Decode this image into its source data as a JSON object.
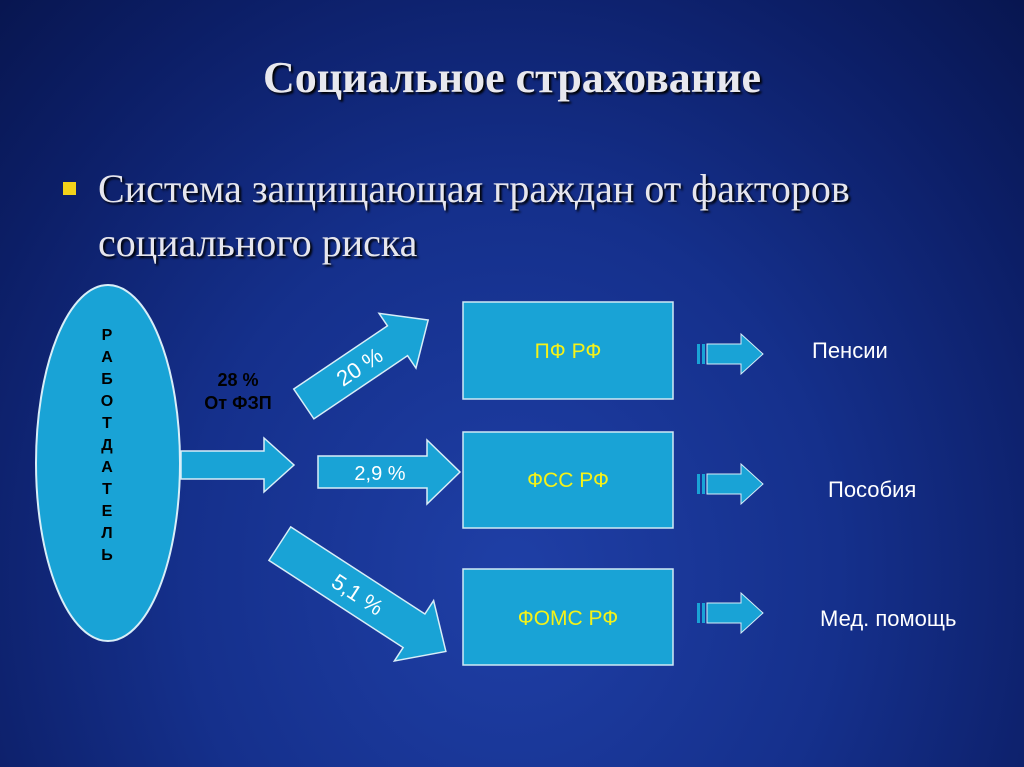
{
  "title": "Социальное страхование",
  "bullet": {
    "line1": "Система защищающая граждан от факторов",
    "line2": "социального риска"
  },
  "employer": {
    "letters": [
      "Р",
      "А",
      "Б",
      "О",
      "Т",
      "Д",
      "А",
      "Т",
      "Е",
      "Л",
      "Ь"
    ]
  },
  "contribution": {
    "line1": "28 %",
    "line2": "От ФЗП"
  },
  "funds": [
    {
      "name": "ПФ РФ",
      "percent": "20 %",
      "result": "Пенсии"
    },
    {
      "name": "ФСС РФ",
      "percent": "2,9 %",
      "result": "Пособия"
    },
    {
      "name": "ФОМС РФ",
      "percent": "5,1 %",
      "result": "Мед. помощь"
    }
  ],
  "colors": {
    "box_fill": "#19a3d6",
    "box_stroke": "#cfe9f5",
    "label_yellow": "#f5f218",
    "bullet_yellow": "#f2d21a"
  }
}
